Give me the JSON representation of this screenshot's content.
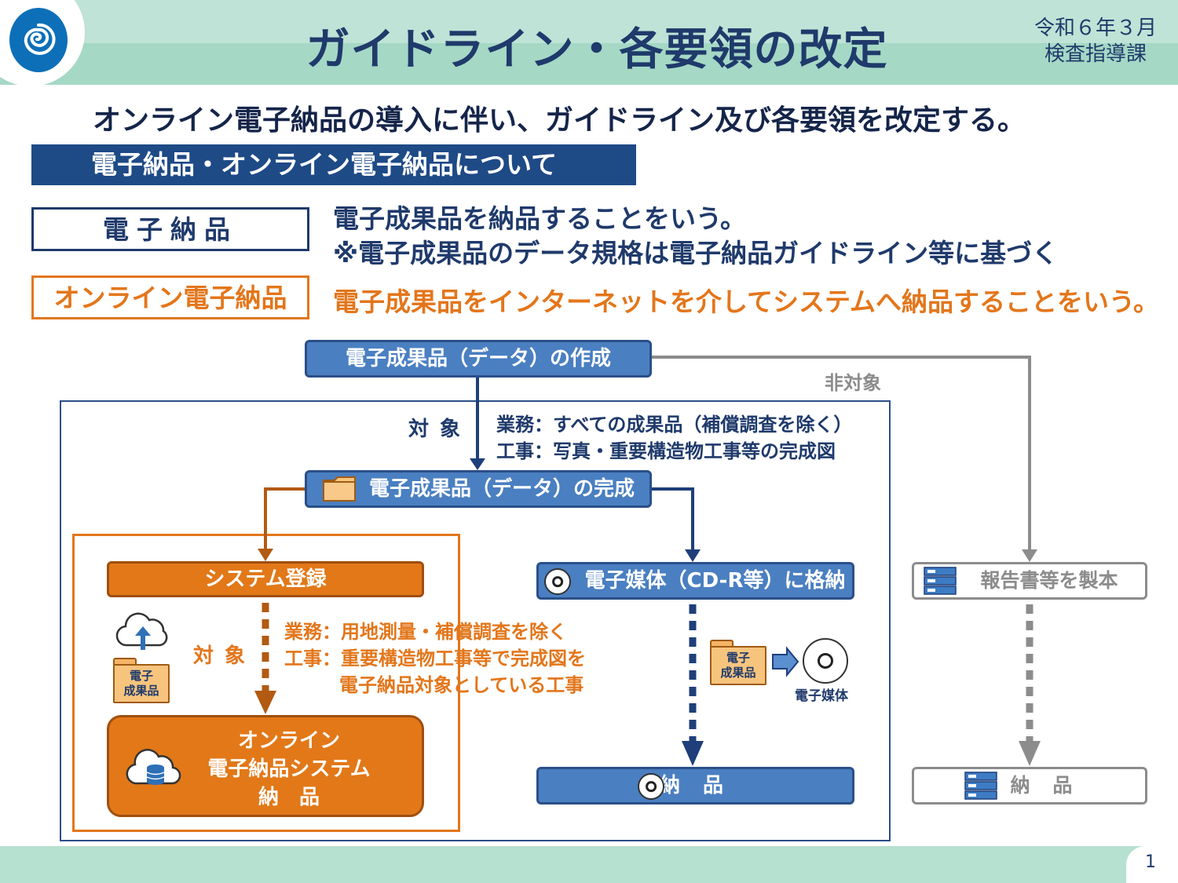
{
  "header": {
    "title": "ガイドライン・各要領の改定",
    "date": "令和６年３月",
    "department": "検査指導課"
  },
  "lead": "オンライン電子納品の導入に伴い、ガイドライン及び各要領を改定する。",
  "section_title": "電子納品・オンライン電子納品について",
  "definitions": [
    {
      "term": "電子納品",
      "lines": [
        "電子成果品を納品することをいう。",
        "※電子成果品のデータ規格は電子納品ガイドライン等に基づく"
      ]
    },
    {
      "term": "オンライン電子納品",
      "lines": [
        "電子成果品をインターネットを介してシステムへ納品することをいう。"
      ]
    }
  ],
  "flow": {
    "create": "電子成果品（データ）の作成",
    "non_target": "非対象",
    "target_label": "対象",
    "target_scope": [
      "業務：すべての成果品（補償調査を除く）",
      "工事：写真・重要構造物工事等の完成図"
    ],
    "complete": "電子成果品（データ）の完成",
    "system_register": "システム登録",
    "online_target_label": "対象",
    "online_scope": [
      "業務：用地測量・補償調査を除く",
      "工事：重要構造物工事等で完成図を",
      "電子納品対象としている工事"
    ],
    "online_system": [
      "オンライン",
      "電子納品システム",
      "納　品"
    ],
    "media_store": "電子媒体（CD-R等）に格納",
    "folder_label": [
      "電子",
      "成果品"
    ],
    "media_label": "電子媒体",
    "media_deliver": "納 品",
    "report_bind": "報告書等を製本",
    "paper_deliver": "納 品"
  },
  "page_number": "1",
  "colors": {
    "navy": "#1e4a86",
    "orange": "#e27818",
    "gray": "#8c8c8c",
    "header_green": "#a5d8c5"
  }
}
